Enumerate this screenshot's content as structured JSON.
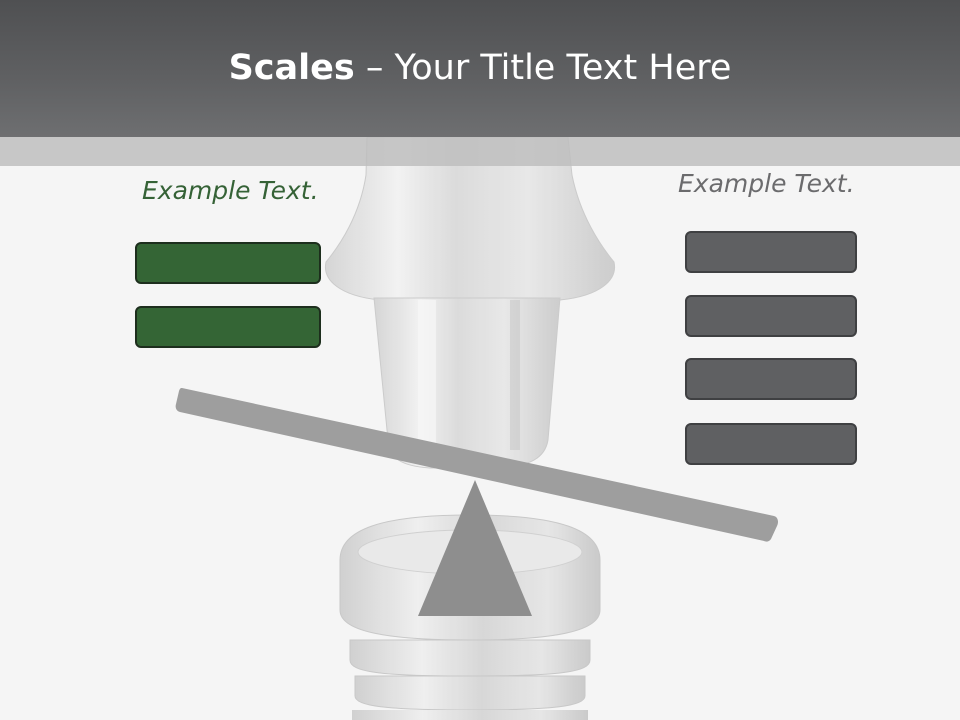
{
  "slide": {
    "title_bold": "Scales",
    "title_rest": " – Your Title Text Here",
    "left_label": "Example Text.",
    "right_label": "Example Text.",
    "left_boxes": [
      "",
      ""
    ],
    "right_boxes": [
      "",
      "",
      "",
      ""
    ]
  },
  "colors": {
    "title_bar": "#58595b",
    "sub_band": "#bebebe",
    "left_accent": "#346535",
    "right_accent": "#5f6062",
    "background": "#f5f5f5"
  },
  "icons": {
    "figure": "chess-piece-scale-illustration"
  }
}
